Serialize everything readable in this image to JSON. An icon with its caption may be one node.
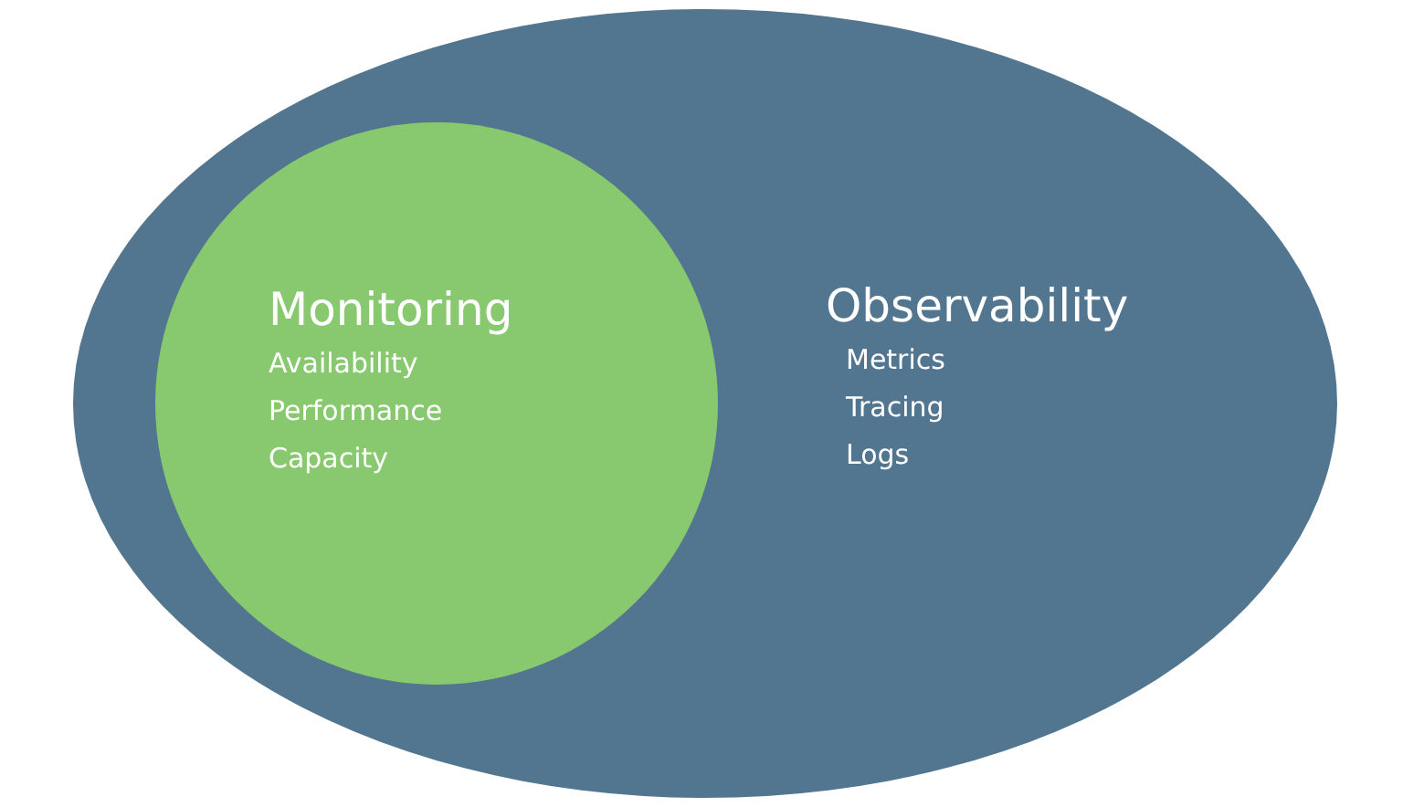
{
  "diagram": {
    "nodes": [
      {
        "text": [
          "Observability",
          "Metrics",
          "Tracing",
          "Logs"
        ]
      },
      {
        "text": [
          "Monitoring",
          "Availability",
          "Performance",
          "Capacity"
        ],
        "in": 0
      }
    ]
  }
}
